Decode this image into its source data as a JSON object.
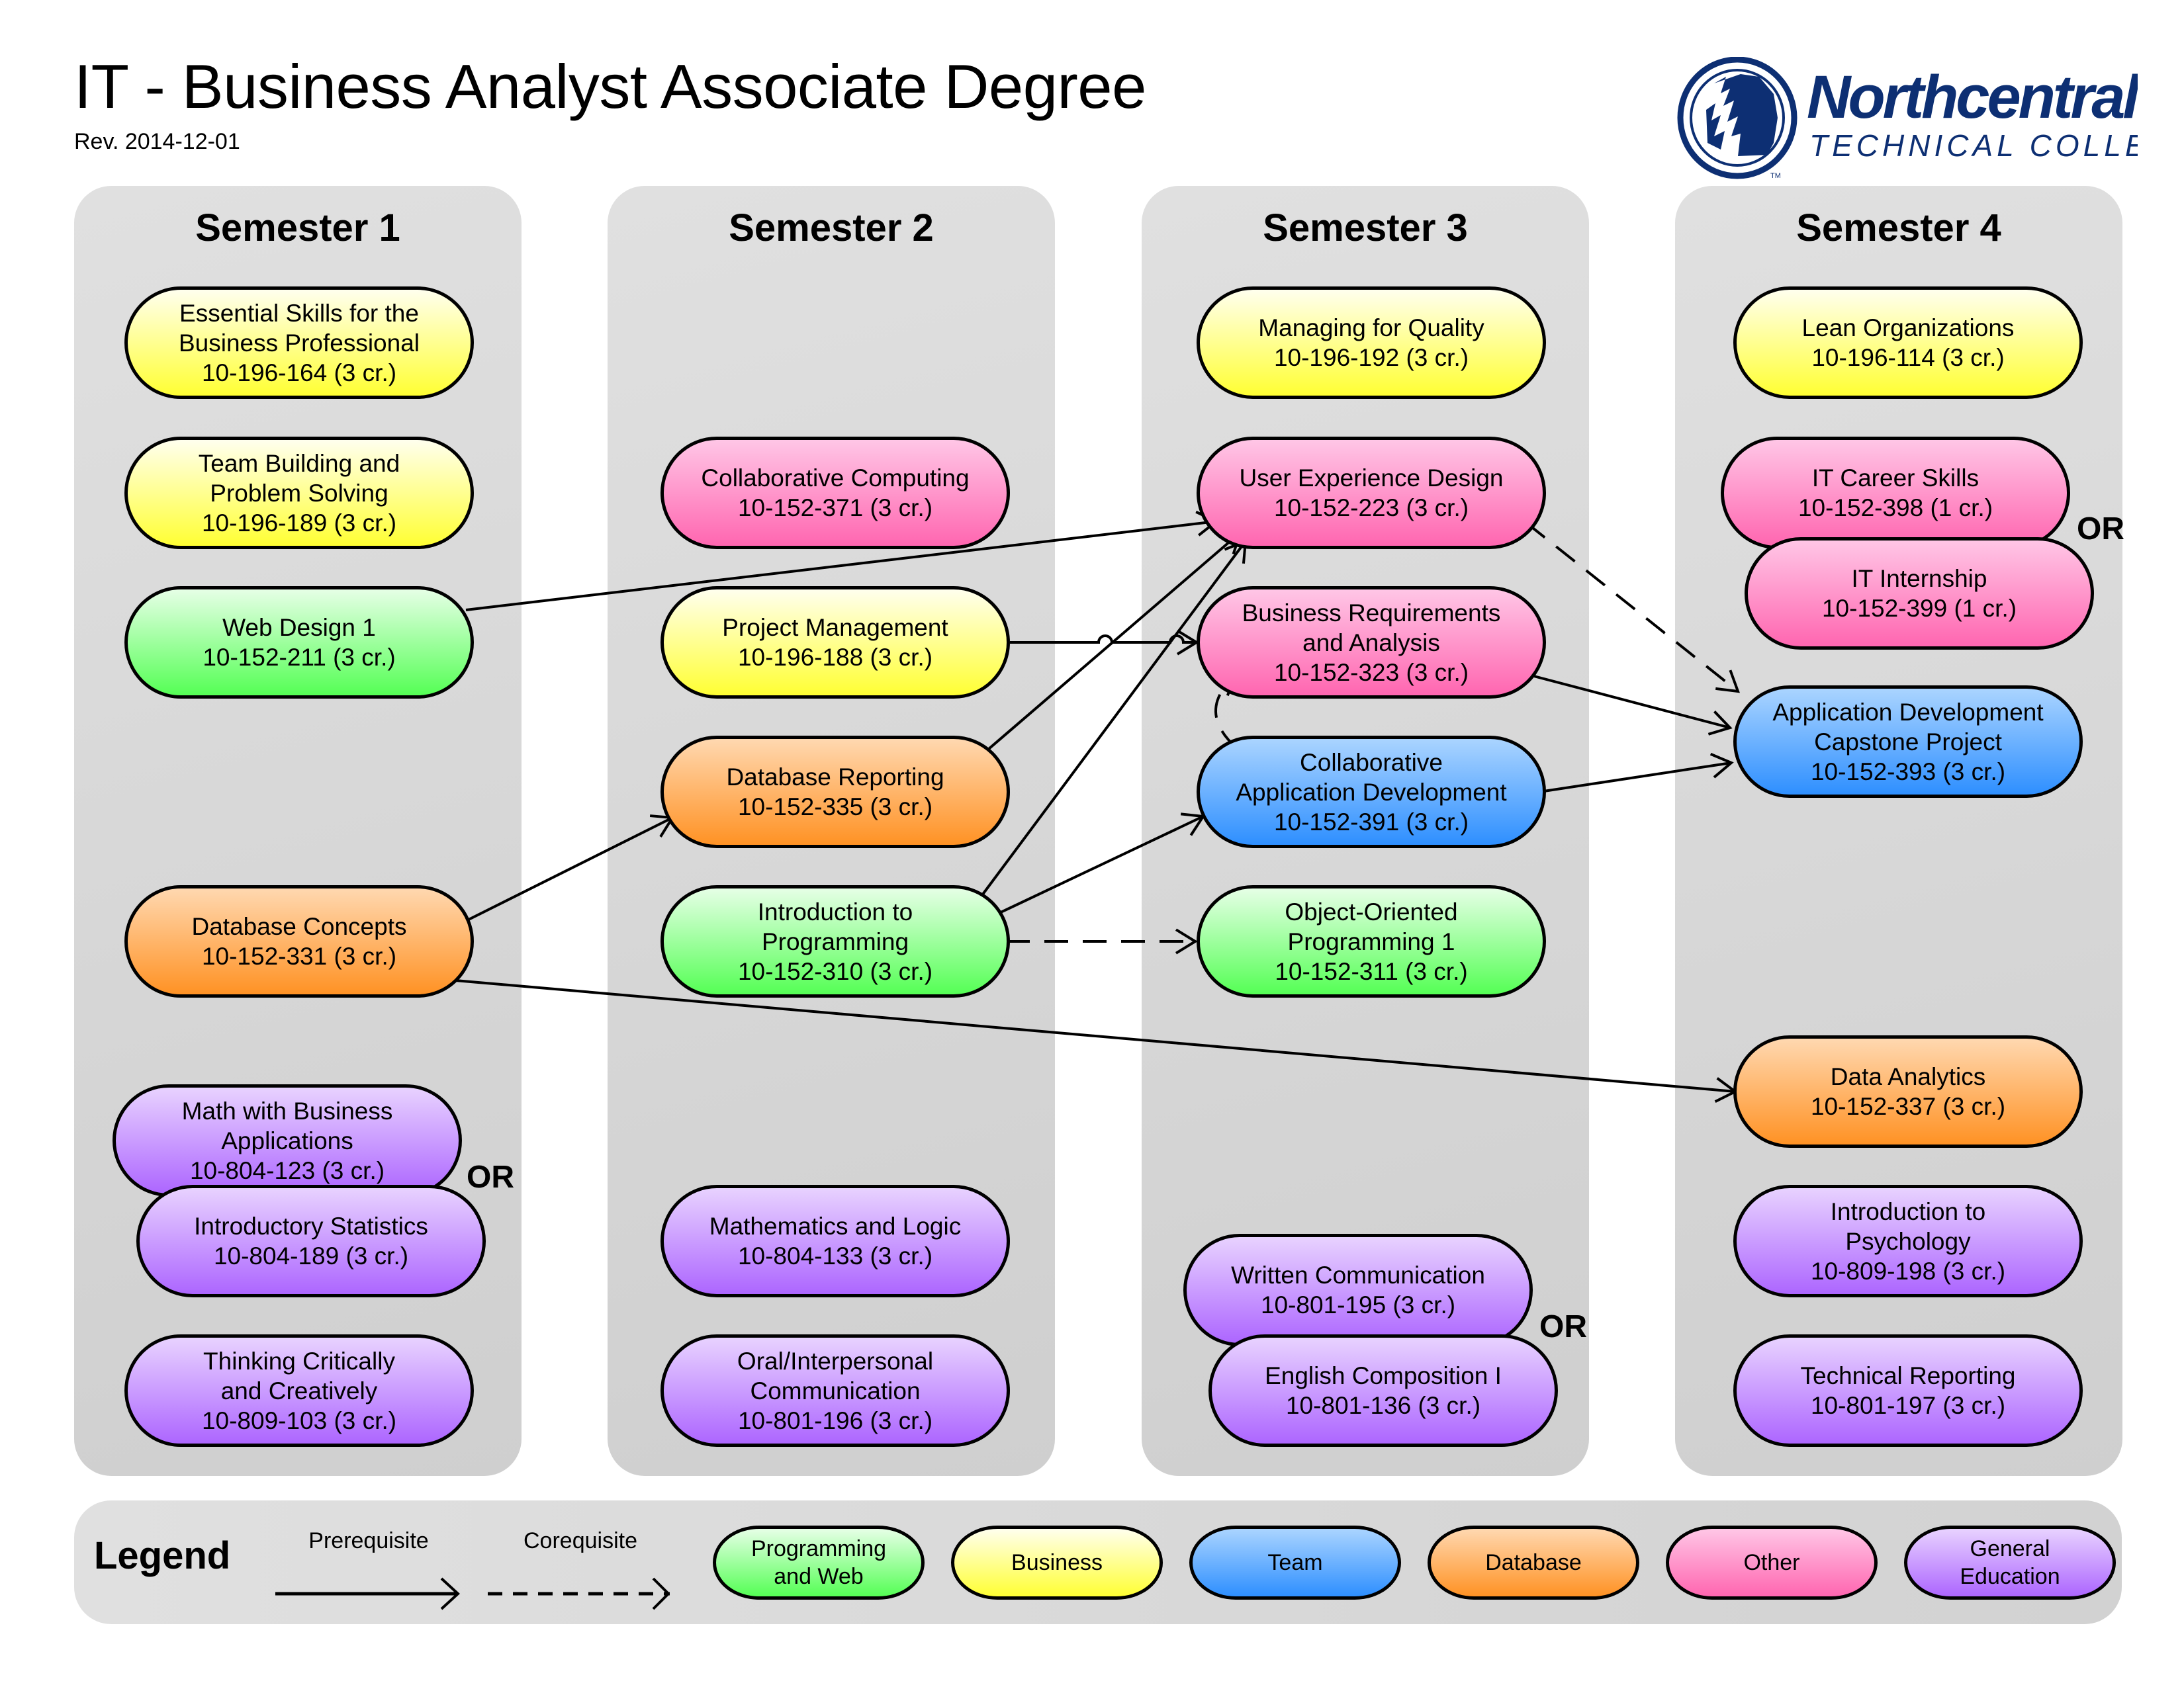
{
  "header": {
    "title": "IT - Business Analyst Associate Degree",
    "revision": "Rev. 2014-12-01",
    "logo": {
      "name": "Northcentral",
      "subtitle": "TECHNICAL COLLEGE",
      "trademark": "TM",
      "color": "#0d2f73"
    }
  },
  "semesters": [
    {
      "title": "Semester 1"
    },
    {
      "title": "Semester 2"
    },
    {
      "title": "Semester 3"
    },
    {
      "title": "Semester 4"
    }
  ],
  "courses": {
    "essential_skills": {
      "lines": [
        "Essential Skills for the",
        "Business Professional",
        "10-196-164 (3 cr.)"
      ],
      "category": "business",
      "semester": 1
    },
    "team_building": {
      "lines": [
        "Team Building and",
        "Problem Solving",
        "10-196-189 (3 cr.)"
      ],
      "category": "business",
      "semester": 1
    },
    "web_design": {
      "lines": [
        "Web Design 1",
        "10-152-211 (3 cr.)"
      ],
      "category": "programming",
      "semester": 1
    },
    "database_concepts": {
      "lines": [
        "Database Concepts",
        "10-152-331 (3 cr.)"
      ],
      "category": "database",
      "semester": 1
    },
    "math_business": {
      "lines": [
        "Math with Business",
        "Applications",
        "10-804-123 (3 cr.)"
      ],
      "category": "general",
      "semester": 1
    },
    "intro_stats": {
      "lines": [
        "Introductory Statistics",
        "10-804-189 (3 cr.)"
      ],
      "category": "general",
      "semester": 1
    },
    "thinking_critically": {
      "lines": [
        "Thinking Critically",
        "and Creatively",
        "10-809-103 (3 cr.)"
      ],
      "category": "general",
      "semester": 1
    },
    "collab_computing": {
      "lines": [
        "Collaborative Computing",
        "10-152-371 (3 cr.)"
      ],
      "category": "other",
      "semester": 2
    },
    "project_management": {
      "lines": [
        "Project Management",
        "10-196-188 (3 cr.)"
      ],
      "category": "business",
      "semester": 2
    },
    "database_reporting": {
      "lines": [
        "Database Reporting",
        "10-152-335 (3 cr.)"
      ],
      "category": "database",
      "semester": 2
    },
    "intro_programming": {
      "lines": [
        "Introduction to",
        "Programming",
        "10-152-310 (3 cr.)"
      ],
      "category": "programming",
      "semester": 2
    },
    "math_logic": {
      "lines": [
        "Mathematics and Logic",
        "10-804-133 (3 cr.)"
      ],
      "category": "general",
      "semester": 2
    },
    "oral_interpersonal": {
      "lines": [
        "Oral/Interpersonal",
        "Communication",
        "10-801-196 (3 cr.)"
      ],
      "category": "general",
      "semester": 2
    },
    "managing_quality": {
      "lines": [
        "Managing for Quality",
        "10-196-192 (3 cr.)"
      ],
      "category": "business",
      "semester": 3
    },
    "ux_design": {
      "lines": [
        "User Experience Design",
        "10-152-223 (3 cr.)"
      ],
      "category": "other",
      "semester": 3
    },
    "business_requirements": {
      "lines": [
        "Business Requirements",
        "and Analysis",
        "10-152-323 (3 cr.)"
      ],
      "category": "other",
      "semester": 3
    },
    "collab_app_dev": {
      "lines": [
        "Collaborative",
        "Application Development",
        "10-152-391 (3 cr.)"
      ],
      "category": "team",
      "semester": 3
    },
    "oop1": {
      "lines": [
        "Object-Oriented",
        "Programming 1",
        "10-152-311 (3 cr.)"
      ],
      "category": "programming",
      "semester": 3
    },
    "written_comm": {
      "lines": [
        "Written Communication",
        "10-801-195 (3 cr.)"
      ],
      "category": "general",
      "semester": 3
    },
    "english_comp": {
      "lines": [
        "English Composition I",
        "10-801-136 (3 cr.)"
      ],
      "category": "general",
      "semester": 3
    },
    "lean_org": {
      "lines": [
        "Lean Organizations",
        "10-196-114 (3 cr.)"
      ],
      "category": "business",
      "semester": 4
    },
    "it_career_skills": {
      "lines": [
        "IT Career Skills",
        "10-152-398 (1 cr.)"
      ],
      "category": "other",
      "semester": 4
    },
    "it_internship": {
      "lines": [
        "IT Internship",
        "10-152-399 (1 cr.)"
      ],
      "category": "other",
      "semester": 4
    },
    "capstone": {
      "lines": [
        "Application Development",
        "Capstone Project",
        "10-152-393 (3 cr.)"
      ],
      "category": "team",
      "semester": 4
    },
    "data_analytics": {
      "lines": [
        "Data Analytics",
        "10-152-337 (3 cr.)"
      ],
      "category": "database",
      "semester": 4
    },
    "intro_psych": {
      "lines": [
        "Introduction to",
        "Psychology",
        "10-809-198 (3 cr.)"
      ],
      "category": "general",
      "semester": 4
    },
    "tech_reporting": {
      "lines": [
        "Technical Reporting",
        "10-801-197 (3 cr.)"
      ],
      "category": "general",
      "semester": 4
    }
  },
  "or_label": "OR",
  "alternatives": [
    [
      "math_business",
      "intro_stats"
    ],
    [
      "written_comm",
      "english_comp"
    ],
    [
      "it_career_skills",
      "it_internship"
    ]
  ],
  "relationships": [
    {
      "from": "web_design",
      "to": "ux_design",
      "type": "prerequisite"
    },
    {
      "from": "database_concepts",
      "to": "database_reporting",
      "type": "prerequisite"
    },
    {
      "from": "database_concepts",
      "to": "data_analytics",
      "type": "prerequisite"
    },
    {
      "from": "project_management",
      "to": "business_requirements",
      "type": "prerequisite"
    },
    {
      "from": "database_reporting",
      "to": "ux_design",
      "type": "prerequisite"
    },
    {
      "from": "intro_programming",
      "to": "ux_design",
      "type": "prerequisite"
    },
    {
      "from": "intro_programming",
      "to": "collab_app_dev",
      "type": "prerequisite"
    },
    {
      "from": "intro_programming",
      "to": "oop1",
      "type": "corequisite"
    },
    {
      "from": "collab_app_dev",
      "to": "business_requirements",
      "type": "corequisite"
    },
    {
      "from": "ux_design",
      "to": "capstone",
      "type": "corequisite"
    },
    {
      "from": "business_requirements",
      "to": "capstone",
      "type": "prerequisite"
    },
    {
      "from": "collab_app_dev",
      "to": "capstone",
      "type": "prerequisite"
    }
  ],
  "legend": {
    "title": "Legend",
    "prerequisite_label": "Prerequisite",
    "corequisite_label": "Corequisite",
    "categories": [
      {
        "key": "programming",
        "label_lines": [
          "Programming",
          "and Web"
        ],
        "top_color": "#e6ffe6",
        "bottom_color": "#55ff55"
      },
      {
        "key": "business",
        "label_lines": [
          "Business"
        ],
        "top_color": "#ffffee",
        "bottom_color": "#ffff33"
      },
      {
        "key": "team",
        "label_lines": [
          "Team"
        ],
        "top_color": "#aad4ff",
        "bottom_color": "#2e8fff"
      },
      {
        "key": "database",
        "label_lines": [
          "Database"
        ],
        "top_color": "#ffd8b0",
        "bottom_color": "#ff9224"
      },
      {
        "key": "other",
        "label_lines": [
          "Other"
        ],
        "top_color": "#ffc6e6",
        "bottom_color": "#ff66b0"
      },
      {
        "key": "general",
        "label_lines": [
          "General",
          "Education"
        ],
        "top_color": "#e8d2ff",
        "bottom_color": "#ad66ff"
      }
    ]
  }
}
